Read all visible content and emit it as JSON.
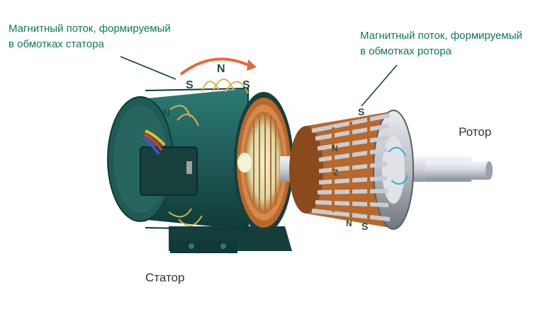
{
  "labels": {
    "stator_flux": "Магнитный поток, формируемый\nв обмотках статора",
    "rotor_flux": "Магнитный поток, формируемый\nв обмотках ротора",
    "rotor": "Ротор",
    "stator": "Статор"
  },
  "poles": {
    "stator": [
      "S",
      "N",
      "S",
      "N"
    ],
    "rotor": [
      "S",
      "N",
      "N",
      "Z",
      "S"
    ]
  },
  "colors": {
    "stator_body": "#1f5b57",
    "stator_dark": "#0f3a37",
    "copper": "#b8682a",
    "field_line": "#d8b34a",
    "rotor_bar": "#c9ccd2",
    "shaft": "#cfd4da",
    "arrow": "#e56a3a",
    "callout_text": "#0f7a52"
  }
}
